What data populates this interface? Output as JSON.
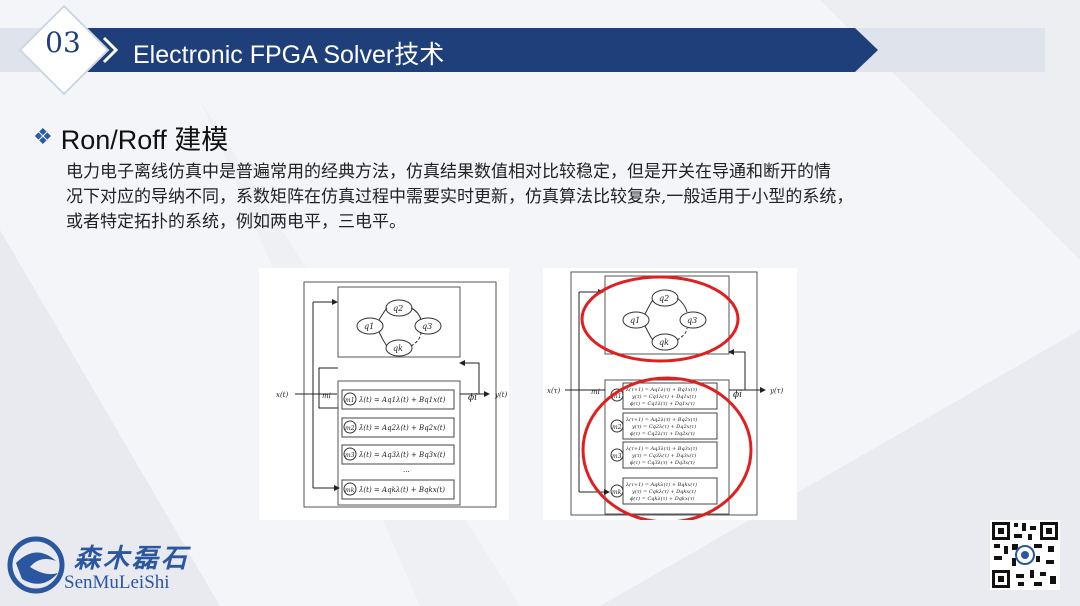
{
  "header": {
    "section_number": "03",
    "title": "Electronic FPGA Solver技术"
  },
  "section": {
    "heading": "Ron/Roff 建模",
    "paragraph_lines": [
      "电力电子离线仿真中是普遍常用的经典方法，仿真结果数值相对比较稳定，但是开关在导通和断开的情",
      "况下对应的导纳不同，系数矩阵在仿真过程中需要实时更新，仿真算法比较复杂,一般适用于小型的系统，",
      "或者特定拓扑的系统，例如两电平，三电平。"
    ]
  },
  "figure_left": {
    "states": [
      "q1",
      "q2",
      "q3",
      "qk"
    ],
    "input": "x(t)",
    "output": "y(t)",
    "selector": "mi",
    "feedback": "ϕi",
    "modes": [
      {
        "m": "m1",
        "eq": "λ̇(t) = Aq1λ(t) + Bq1x(t)"
      },
      {
        "m": "m2",
        "eq": "λ̇(t) = Aq2λ(t) + Bq2x(t)"
      },
      {
        "m": "m3",
        "eq": "λ̇(t) = Aq3λ(t) + Bq3x(t)"
      },
      {
        "m": "mk",
        "eq": "λ̇(t) = Aqkλ(t) + Bqkx(t)"
      }
    ],
    "ellipsis": "..."
  },
  "figure_right": {
    "states": [
      "q1",
      "q2",
      "q3",
      "qk"
    ],
    "input": "x(τ)",
    "output": "y(τ)",
    "selector": "mi",
    "feedback": "ϕi",
    "modes": [
      {
        "m": "m1",
        "l1": "λ(τ+1) = Aq1λ(τ) + Bq1x(τ)",
        "l2": "y(τ) = Cq1λ(τ) + Dq1x(τ)",
        "l3": "ϕ(τ) = Cq1λ(τ) + Dq1x(τ)"
      },
      {
        "m": "m2",
        "l1": "λ(τ+1) = Aq2λ(τ) + Bq2x(τ)",
        "l2": "y(τ) = Cq2λ(τ) + Dq2x(τ)",
        "l3": "ϕ(τ) = Cq2λ(τ) + Dq2x(τ)"
      },
      {
        "m": "m3",
        "l1": "λ(τ+1) = Aq3λ(τ) + Bq3x(τ)",
        "l2": "y(τ) = Cq3λ(τ) + Dq3x(τ)",
        "l3": "ϕ(τ) = Cq3λ(τ) + Dq3x(τ)"
      },
      {
        "m": "mk",
        "l1": "λ(τ+1) = Aqkλ(τ) + Bqkx(τ)",
        "l2": "y(τ) = Cqkλ(τ) + Dqkx(τ)",
        "l3": "ϕ(τ) = Cqkλ(τ) + Dqkx(τ)"
      }
    ]
  },
  "logo": {
    "cn": "森木磊石",
    "en": "SenMuLeiShi"
  },
  "colors": {
    "banner": "#1e3f7a",
    "accent": "#2a57a0",
    "highlight": "#e02020"
  }
}
